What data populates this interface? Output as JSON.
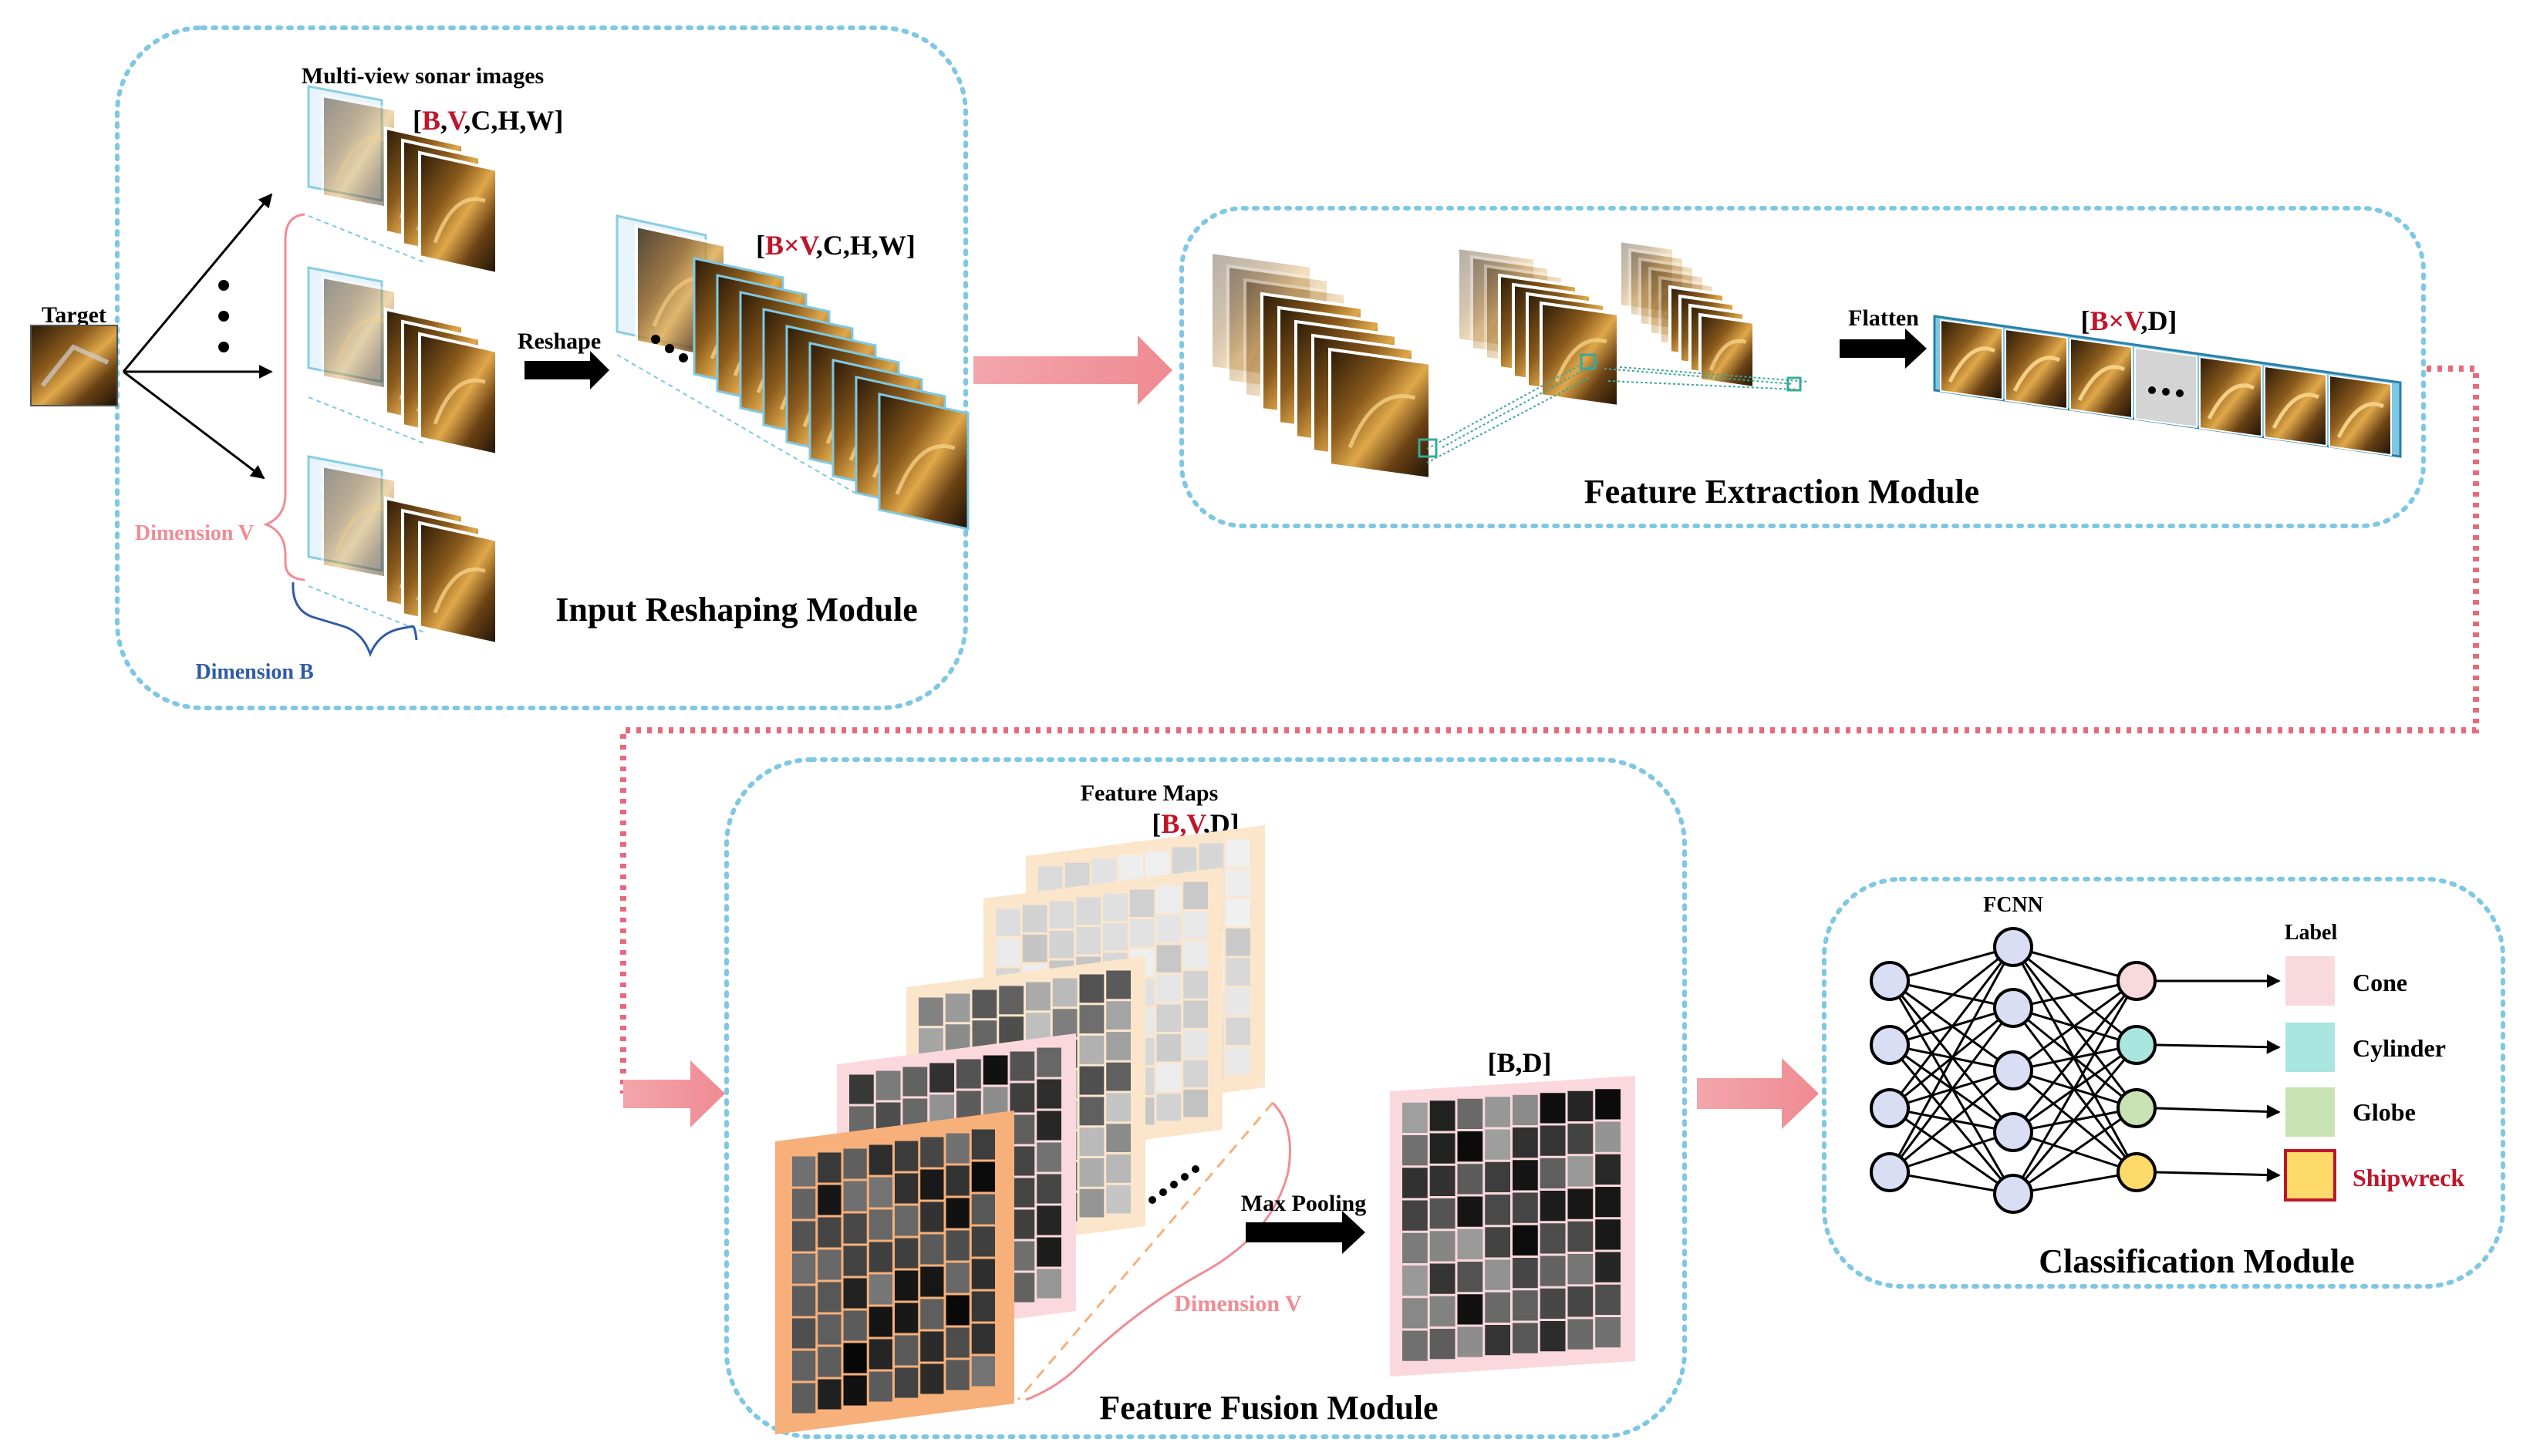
{
  "target_label": "Target",
  "input_module": {
    "title": "Input Reshaping Module",
    "images_caption": "Multi-view sonar images",
    "shape_parts": [
      "[",
      "B",
      ",",
      "V",
      ",C,H,W]"
    ],
    "reshape_label": "Reshape",
    "reshaped_shape_parts": [
      "[",
      "B×V",
      ",C,H,W]"
    ],
    "dimension_v": "Dimension V",
    "dimension_b": "Dimension B"
  },
  "extraction_module": {
    "title": "Feature Extraction Module",
    "flatten_label": "Flatten",
    "shape_parts": [
      "[",
      "B×V",
      ",D]"
    ]
  },
  "fusion_module": {
    "title": "Feature Fusion Module",
    "feature_maps_caption": "Feature Maps",
    "shape_parts": [
      "[",
      "B,V",
      ",D]"
    ],
    "pooling_label": "Max Pooling",
    "pooled_shape": "[B,D]",
    "dimension_v": "Dimension V"
  },
  "classification_module": {
    "title": "Classification Module",
    "network_label": "FCNN",
    "label_header": "Label",
    "classes": [
      {
        "name": "Cone",
        "color": "#f8d9de"
      },
      {
        "name": "Cylinder",
        "color": "#a8e6df"
      },
      {
        "name": "Globe",
        "color": "#c7e3b3"
      },
      {
        "name": "Shipwreck",
        "color": "#fcd968"
      }
    ]
  },
  "colors": {
    "module_border": "#7ec8e3",
    "emphasis_red": "#c0152a",
    "flow_arrow": "#f29aa0",
    "dimension_v": "#f08c94",
    "dimension_b": "#2e5ba8",
    "node_fill": "#d9def5"
  }
}
